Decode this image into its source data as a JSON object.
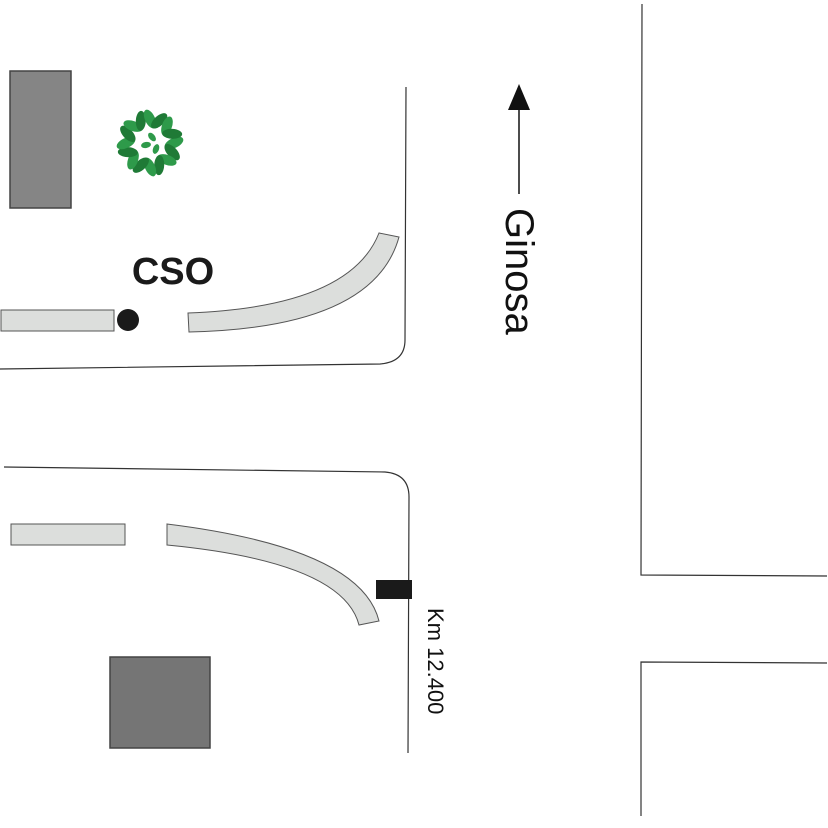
{
  "map": {
    "location_label": "CSO",
    "direction_label": "Ginosa",
    "kilometer_label": "Km 12.400",
    "colors": {
      "road_line": "#333333",
      "island_fill": "#dcdedc",
      "island_stroke": "#555555",
      "building_fill": "#858585",
      "building_stroke": "#444444",
      "marker": "#1a1a1a",
      "logo_green": "#2e9a4a"
    },
    "icons": {
      "logo": "green-leaf-wreath-icon",
      "marker": "location-dot-icon",
      "direction": "arrow-up-icon",
      "kilometer_marker": "km-marker-icon"
    }
  }
}
